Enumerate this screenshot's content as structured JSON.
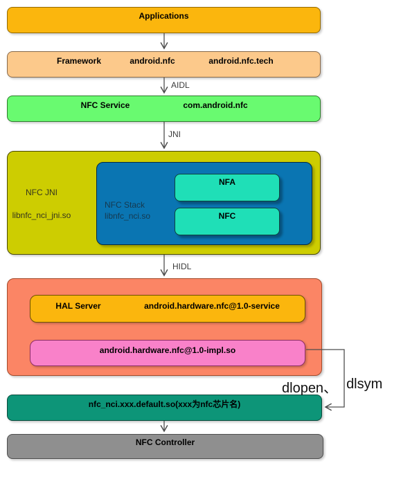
{
  "boxes": {
    "applications": {
      "label": "Applications",
      "fill": "#FBB60D"
    },
    "framework": {
      "fill": "#FCC98B",
      "labels": [
        "Framework",
        "android.nfc",
        "android.nfc.tech"
      ]
    },
    "nfc_service": {
      "fill": "#69FA70",
      "labels": [
        "NFC Service",
        "com.android.nfc"
      ]
    },
    "nfc_jni": {
      "fill": "#CDCD01",
      "title": "NFC JNI",
      "subtitle": "libnfc_nci_jni.so"
    },
    "nfc_stack": {
      "fill": "#0A75B2",
      "title": "NFC Stack",
      "subtitle": "libnfc_nci.so"
    },
    "nfa": {
      "fill": "#1FDFB7",
      "label": "NFA"
    },
    "nfc": {
      "fill": "#1FDFB7",
      "label": "NFC"
    },
    "hal": {
      "fill": "#FB8565"
    },
    "hal_server": {
      "fill": "#FBB60D",
      "labels": [
        "HAL Server",
        "android.hardware.nfc@1.0-service"
      ]
    },
    "hal_impl": {
      "fill": "#F981C9",
      "label": "android.hardware.nfc@1.0-impl.so"
    },
    "nci_lib": {
      "fill": "#0D9578",
      "label": "nfc_nci.xxx.default.so(xxx为nfc芯片名)"
    },
    "controller": {
      "fill": "#8F8F8F",
      "label": "NFC Controller"
    }
  },
  "arrows": {
    "aidl": "AIDL",
    "jni": "JNI",
    "hidl": "HIDL",
    "dlopen_left": "dlopen、",
    "dlopen_right": "dlsym"
  },
  "line_color": "#4d4d4d"
}
